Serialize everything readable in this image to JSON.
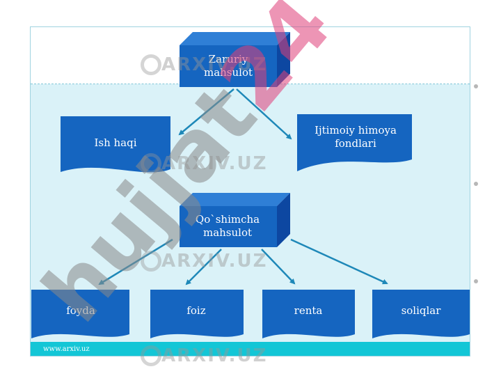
{
  "nodes": {
    "zaruriy": "Zaruriy mahsulot",
    "ish_haqi": "Ish haqi",
    "ijtimoiy": "Ijtimoiy himoya fondlari",
    "qoshimcha": "Qo`shimcha mahsulot",
    "foyda": "foyda",
    "foiz": "foiz",
    "renta": "renta",
    "soliqlar": "soliqlar"
  },
  "footer": {
    "url": "www.arxiv.uz"
  },
  "watermark": {
    "text": "ARXIV.UZ",
    "brand": "hujjat24"
  },
  "colors": {
    "node_fill": "#1565c0",
    "node_side": "#0d47a1",
    "arrow": "#1e88b8",
    "band": "#daf2f8",
    "footer_bar": "#13c6d6"
  }
}
